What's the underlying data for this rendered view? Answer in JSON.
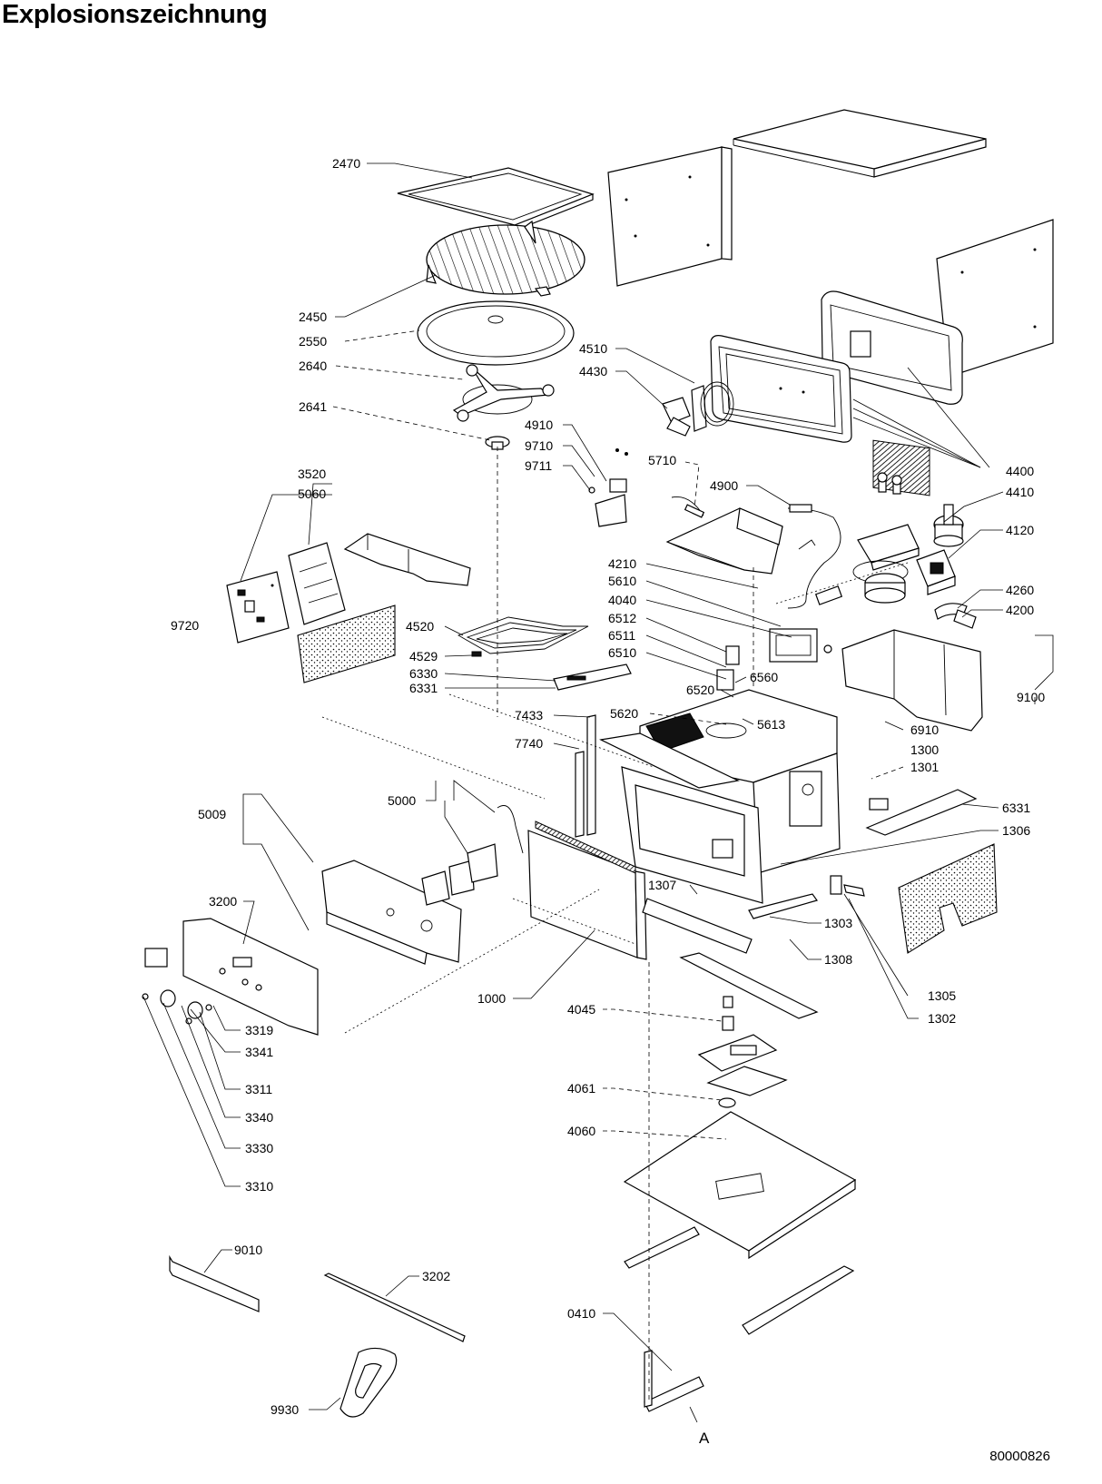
{
  "title": "Explosionszeichnung",
  "drawing_number": "80000826",
  "view_marker": "A",
  "part_labels": [
    "2470",
    "2450",
    "2550",
    "2640",
    "2641",
    "4510",
    "4430",
    "4910",
    "9710",
    "9711",
    "5710",
    "4900",
    "4400",
    "4410",
    "4120",
    "4260",
    "4200",
    "3520",
    "5060",
    "9720",
    "4210",
    "5610",
    "4040",
    "6512",
    "6511",
    "6510",
    "4520",
    "4529",
    "6330",
    "6331",
    "6520",
    "6560",
    "7433",
    "5620",
    "5613",
    "9100",
    "6910",
    "1300",
    "1301",
    "7740",
    "5000",
    "5009",
    "6331",
    "1306",
    "1307",
    "3200",
    "1303",
    "1308",
    "1000",
    "4045",
    "1305",
    "1302",
    "3319",
    "3341",
    "3311",
    "3340",
    "3330",
    "3310",
    "4061",
    "4060",
    "9010",
    "3202",
    "0410",
    "9930"
  ]
}
